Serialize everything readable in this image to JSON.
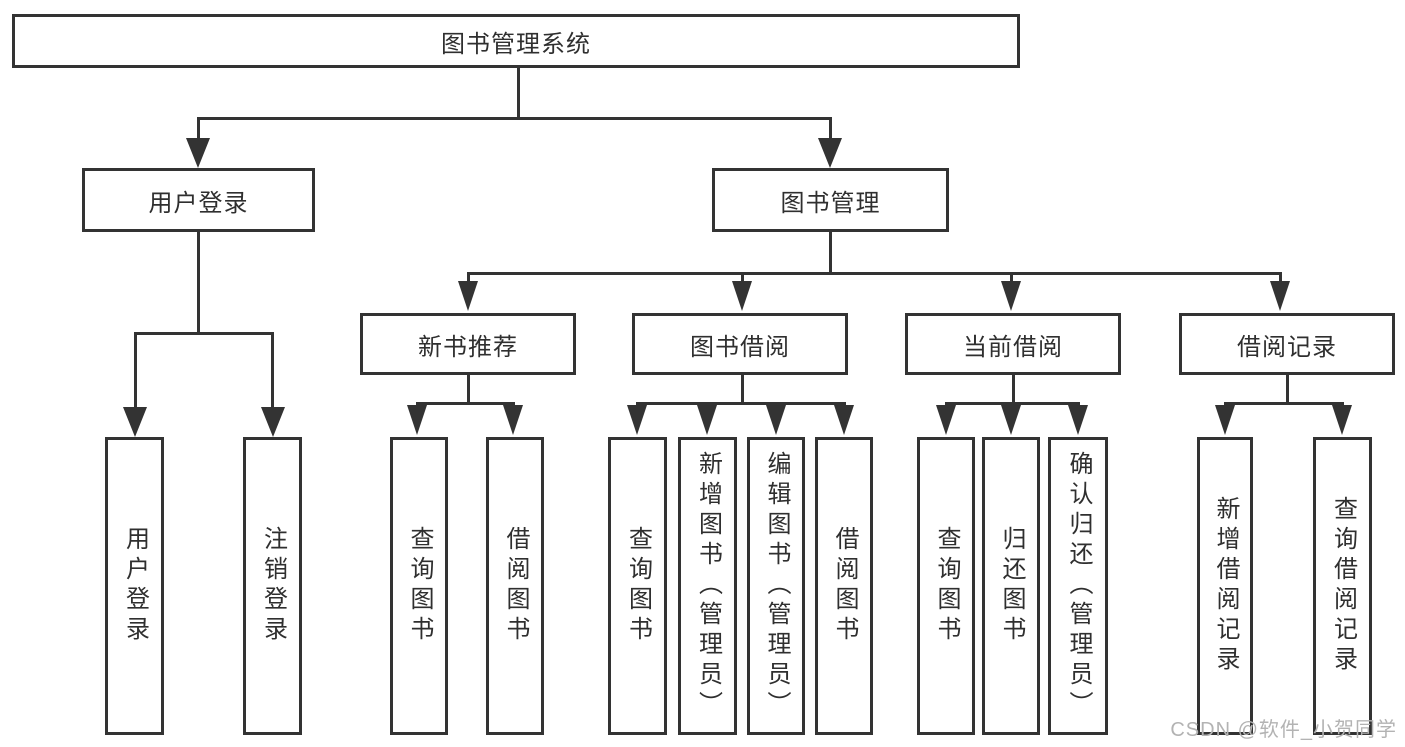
{
  "diagram": {
    "root": {
      "label": "图书管理系统"
    },
    "user_login": {
      "label": "用户登录",
      "children": [
        {
          "label": "用户登录"
        },
        {
          "label": "注销登录"
        }
      ]
    },
    "book_management": {
      "label": "图书管理",
      "sections": [
        {
          "label": "新书推荐",
          "children": [
            {
              "label": "查询图书"
            },
            {
              "label": "借阅图书"
            }
          ]
        },
        {
          "label": "图书借阅",
          "children": [
            {
              "label": "查询图书"
            },
            {
              "label": "新增图书（管理员）"
            },
            {
              "label": "编辑图书（管理员）"
            },
            {
              "label": "借阅图书"
            }
          ]
        },
        {
          "label": "当前借阅",
          "children": [
            {
              "label": "查询图书"
            },
            {
              "label": "归还图书"
            },
            {
              "label": "确认归还（管理员）"
            }
          ]
        },
        {
          "label": "借阅记录",
          "children": [
            {
              "label": "新增借阅记录"
            },
            {
              "label": "查询借阅记录"
            }
          ]
        }
      ]
    }
  },
  "watermark": {
    "text": "CSDN @软件_小贺同学"
  },
  "colors": {
    "line": "#333333",
    "text": "#2f2f2f",
    "background": "#ffffff",
    "watermark": "#b3b3b3"
  }
}
